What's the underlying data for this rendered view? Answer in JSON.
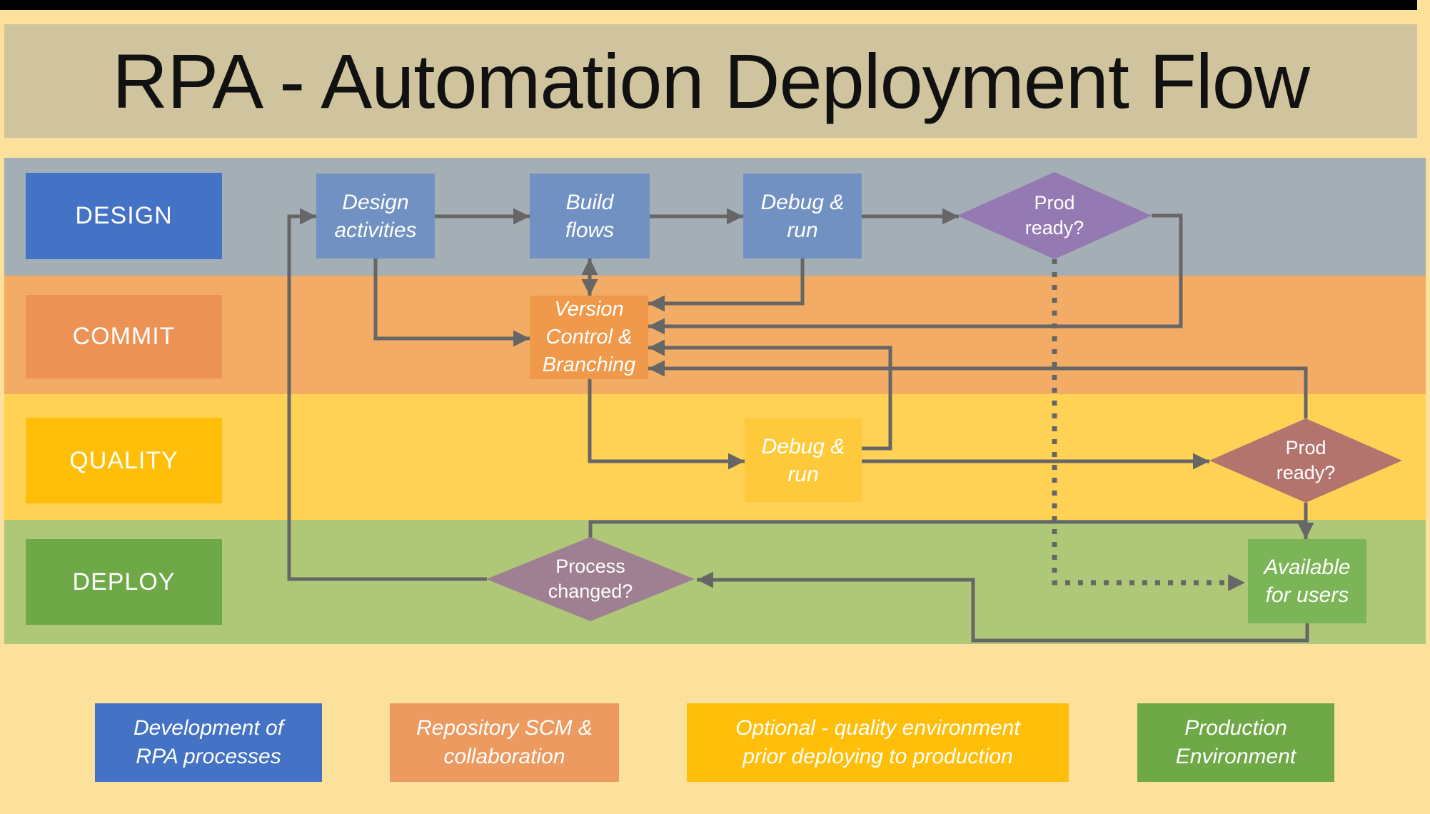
{
  "header": {
    "title": "RPA - Automation Deployment Flow"
  },
  "lanes": [
    {
      "label": "DESIGN"
    },
    {
      "label": "COMMIT"
    },
    {
      "label": "QUALITY"
    },
    {
      "label": "DEPLOY"
    }
  ],
  "nodes": {
    "design_activities": {
      "label": "Design\nactivities"
    },
    "build_flows": {
      "label": "Build\nflows"
    },
    "debug_run_design": {
      "label": "Debug &\nrun"
    },
    "version_control": {
      "label": "Version\nControl &\nBranching"
    },
    "debug_run_quality": {
      "label": "Debug &\nrun"
    },
    "available_users": {
      "label": "Available\nfor users"
    }
  },
  "decisions": {
    "prod_ready_design": {
      "label": "Prod\nready?"
    },
    "prod_ready_quality": {
      "label": "Prod\nready?"
    },
    "process_changed": {
      "label": "Process\nchanged?"
    }
  },
  "legend": [
    {
      "label": "Development of\nRPA processes",
      "color": "#4472C4"
    },
    {
      "label": "Repository SCM &\ncollaboration",
      "color": "#EC9A60"
    },
    {
      "label": "Optional - quality environment\nprior deploying to production",
      "color": "#FFBE09"
    },
    {
      "label": "Production\nEnvironment",
      "color": "#6FA847"
    }
  ],
  "colors": {
    "page_bg": "#FBE19B",
    "top_bar": "#000000",
    "title_band": "#CFC49D",
    "title_text": "#111111",
    "lane_design": "#A4AEB5",
    "lane_commit": "#F3AC66",
    "lane_quality": "#FFD155",
    "lane_deploy": "#AFC878",
    "label_design": "#4472C4",
    "label_commit": "#EC9254",
    "label_quality": "#FFBE09",
    "label_deploy": "#6FA847",
    "legend_orange": "#EC9A60",
    "node_blue": "#7291C3",
    "node_orange": "#F0994B",
    "node_yellow": "#FFC93C",
    "node_green": "#7CB557",
    "diamond_purple": "#9579B2",
    "diamond_rose": "#B3746E",
    "diamond_mauve": "#9E8092",
    "connector": "#666666"
  }
}
